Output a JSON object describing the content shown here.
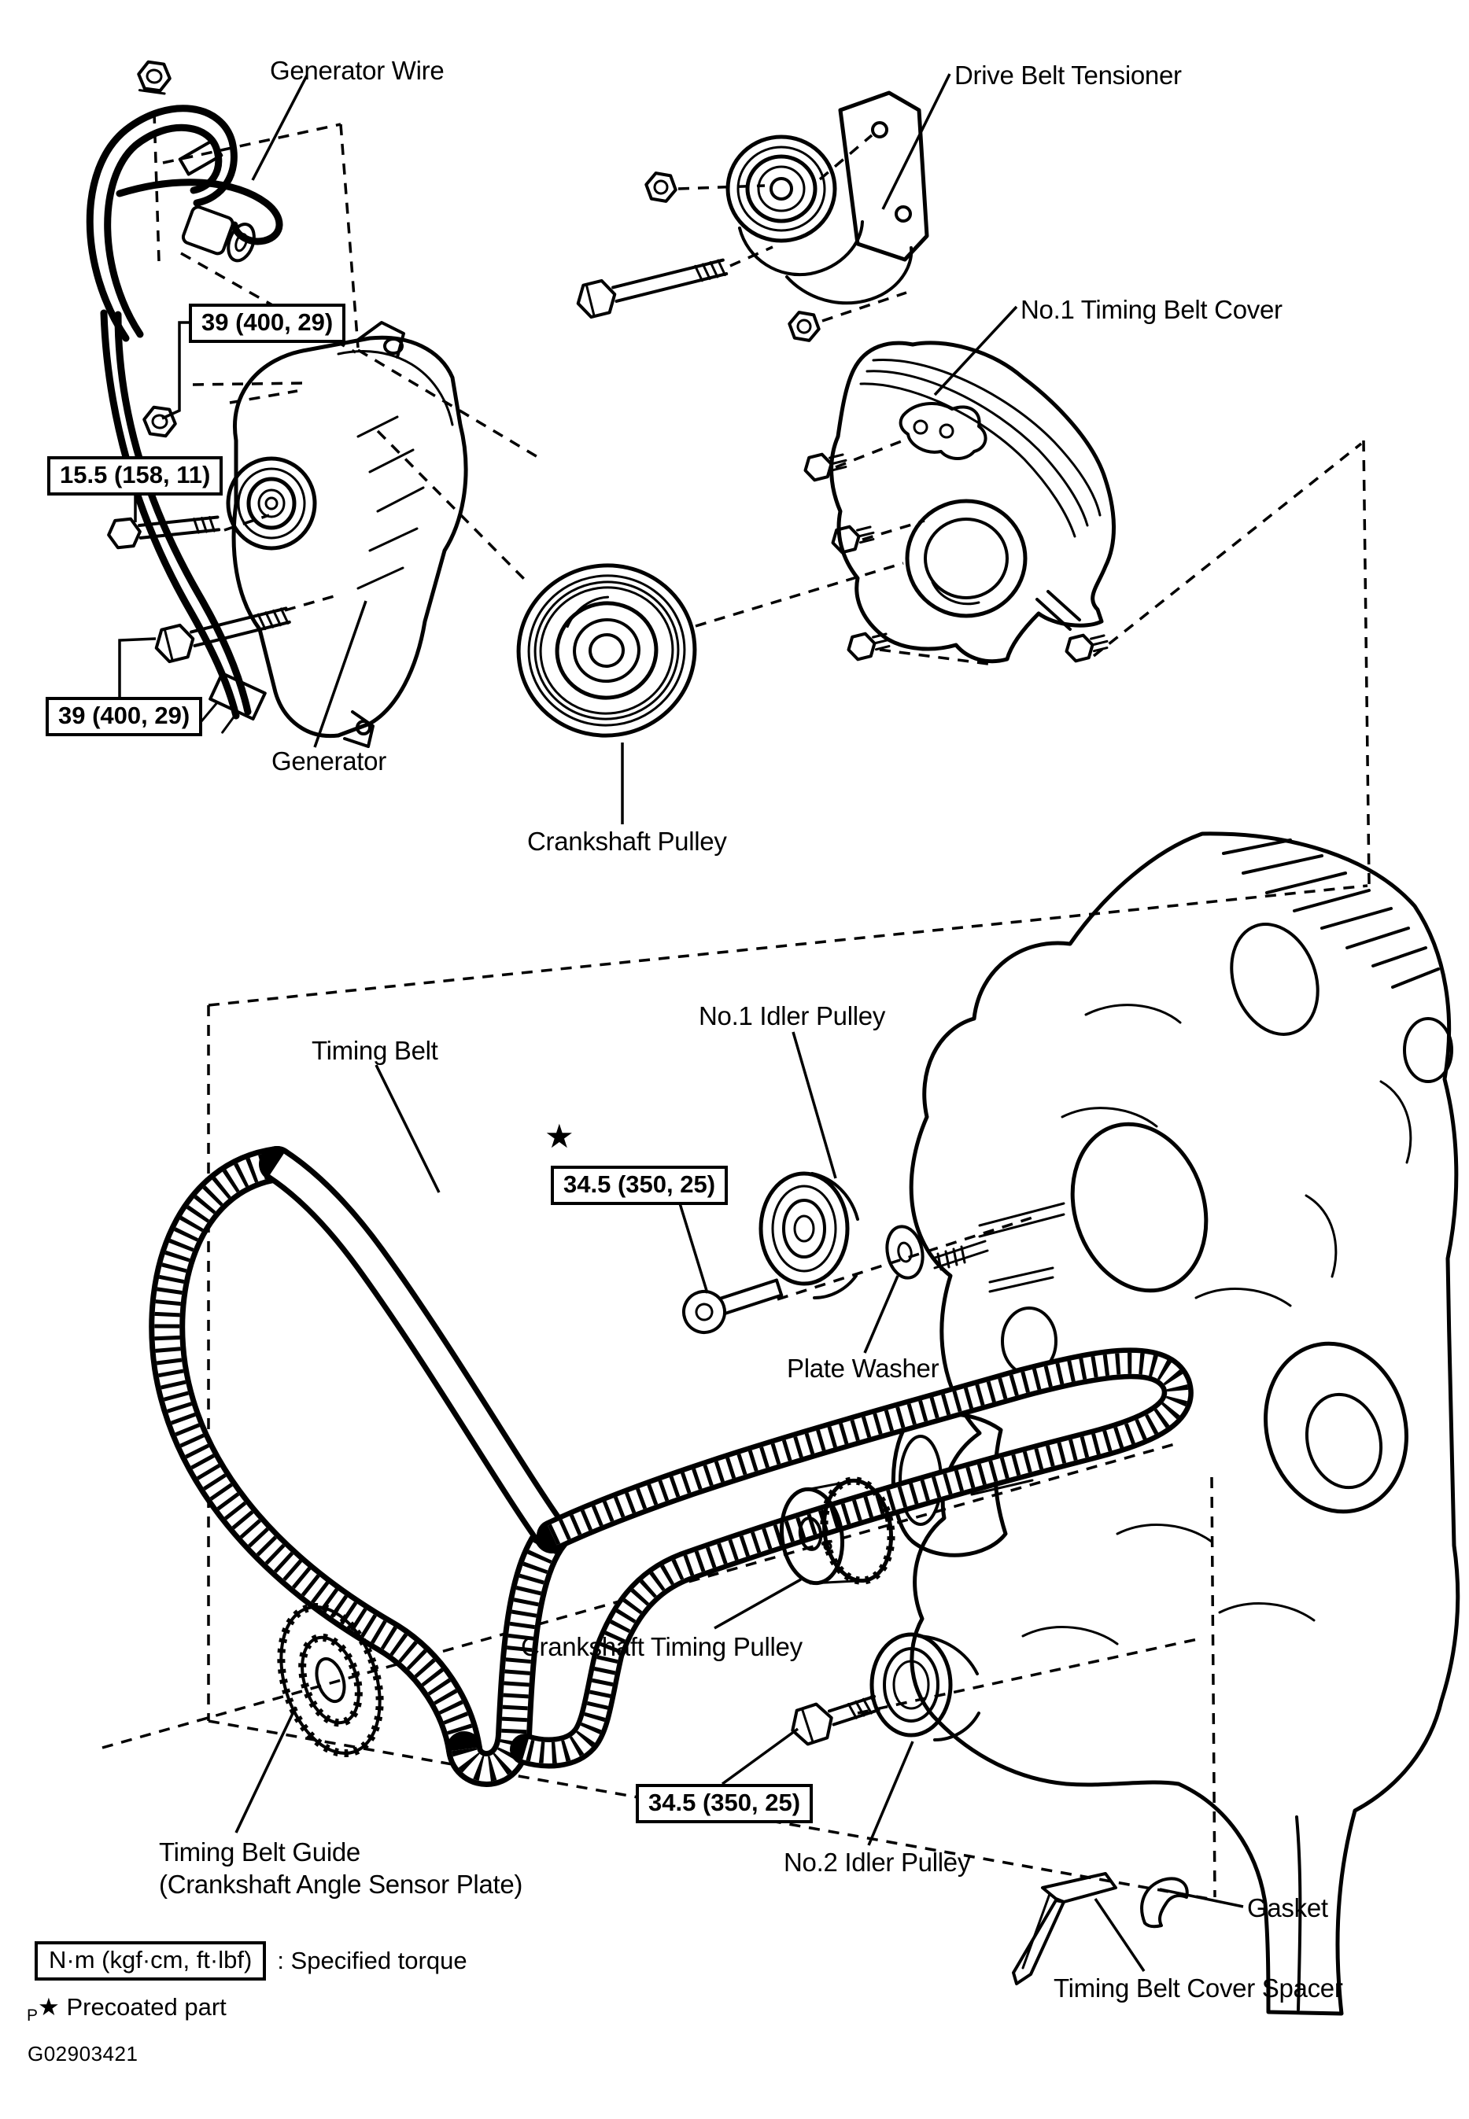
{
  "figure": {
    "id": "G02903421"
  },
  "labels": {
    "generator_wire": "Generator Wire",
    "drive_belt_tensioner": "Drive Belt Tensioner",
    "no1_timing_belt_cover": "No.1 Timing Belt Cover",
    "generator": "Generator",
    "crankshaft_pulley": "Crankshaft Pulley",
    "timing_belt": "Timing Belt",
    "no1_idler_pulley": "No.1 Idler Pulley",
    "plate_washer": "Plate Washer",
    "crankshaft_timing_pulley": "Crankshaft Timing Pulley",
    "timing_belt_guide_line1": "Timing Belt Guide",
    "timing_belt_guide_line2": "(Crankshaft Angle Sensor Plate)",
    "no2_idler_pulley": "No.2 Idler Pulley",
    "gasket": "Gasket",
    "timing_belt_cover_spacer": "Timing Belt Cover Spacer"
  },
  "torque_specs": {
    "generator_wire_nut": "39 (400, 29)",
    "generator_upper_bolt": "15.5 (158, 11)",
    "generator_mount_bolt": "39 (400, 29)",
    "no1_idler_pulley_bolt": "34.5 (350, 25)",
    "no2_idler_pulley_bolt": "34.5 (350, 25)"
  },
  "symbols": {
    "precoated_star": "★"
  },
  "legend": {
    "torque_unit_box": "N·m (kgf·cm, ft·lbf)",
    "torque_meaning": ": Specified torque",
    "precoat_prefix": "P",
    "precoat_star": "★",
    "precoat_text": "Precoated part"
  },
  "colors": {
    "ink": "#000000",
    "paper": "#ffffff"
  }
}
